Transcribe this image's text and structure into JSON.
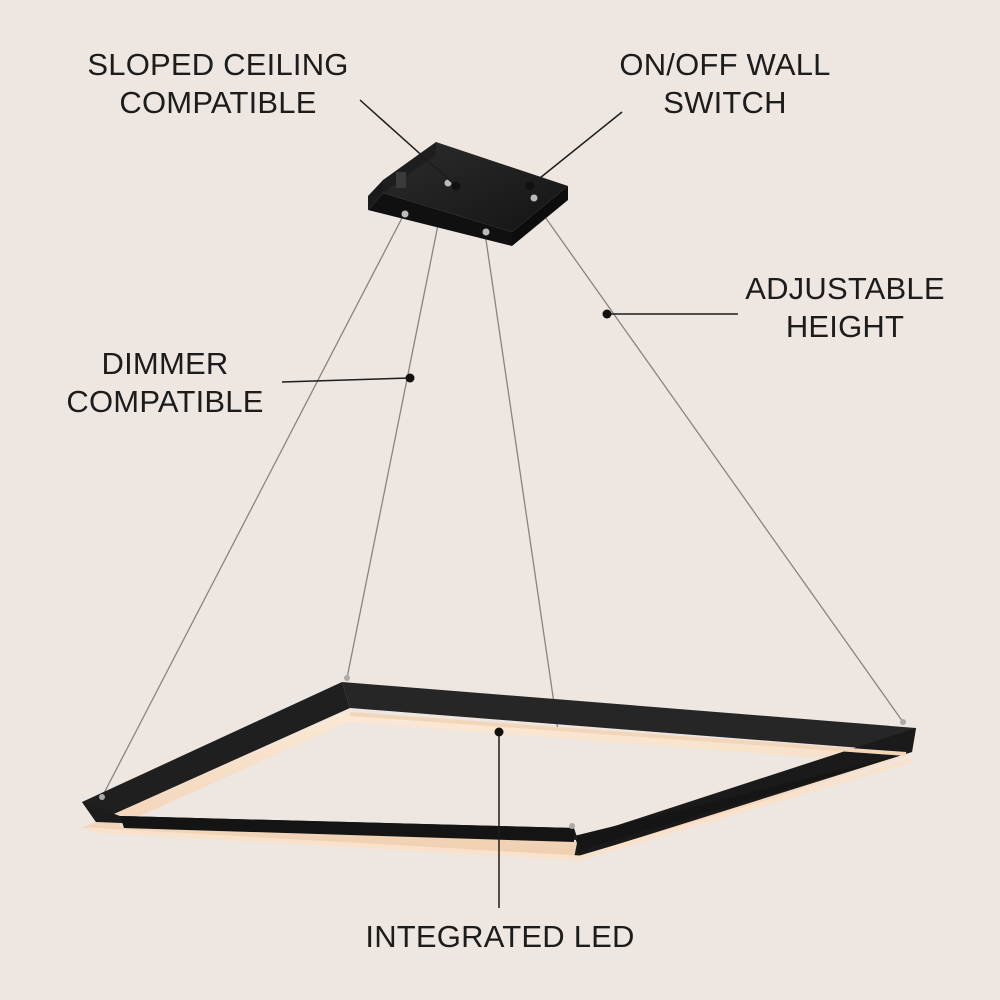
{
  "callouts": {
    "sloped_ceiling": [
      "SLOPED CEILING",
      "COMPATIBLE"
    ],
    "wall_switch": [
      "ON/OFF WALL",
      "SWITCH"
    ],
    "adjustable_height": [
      "ADJUSTABLE",
      "HEIGHT"
    ],
    "dimmer": [
      "DIMMER",
      "COMPATIBLE"
    ],
    "led": [
      "INTEGRATED LED"
    ]
  },
  "colors": {
    "background": "#ede6e1",
    "fixture_black": "#222222",
    "led_glow": "#f6ddc4",
    "text": "#1c1c1c",
    "cable": "#8a8480"
  }
}
